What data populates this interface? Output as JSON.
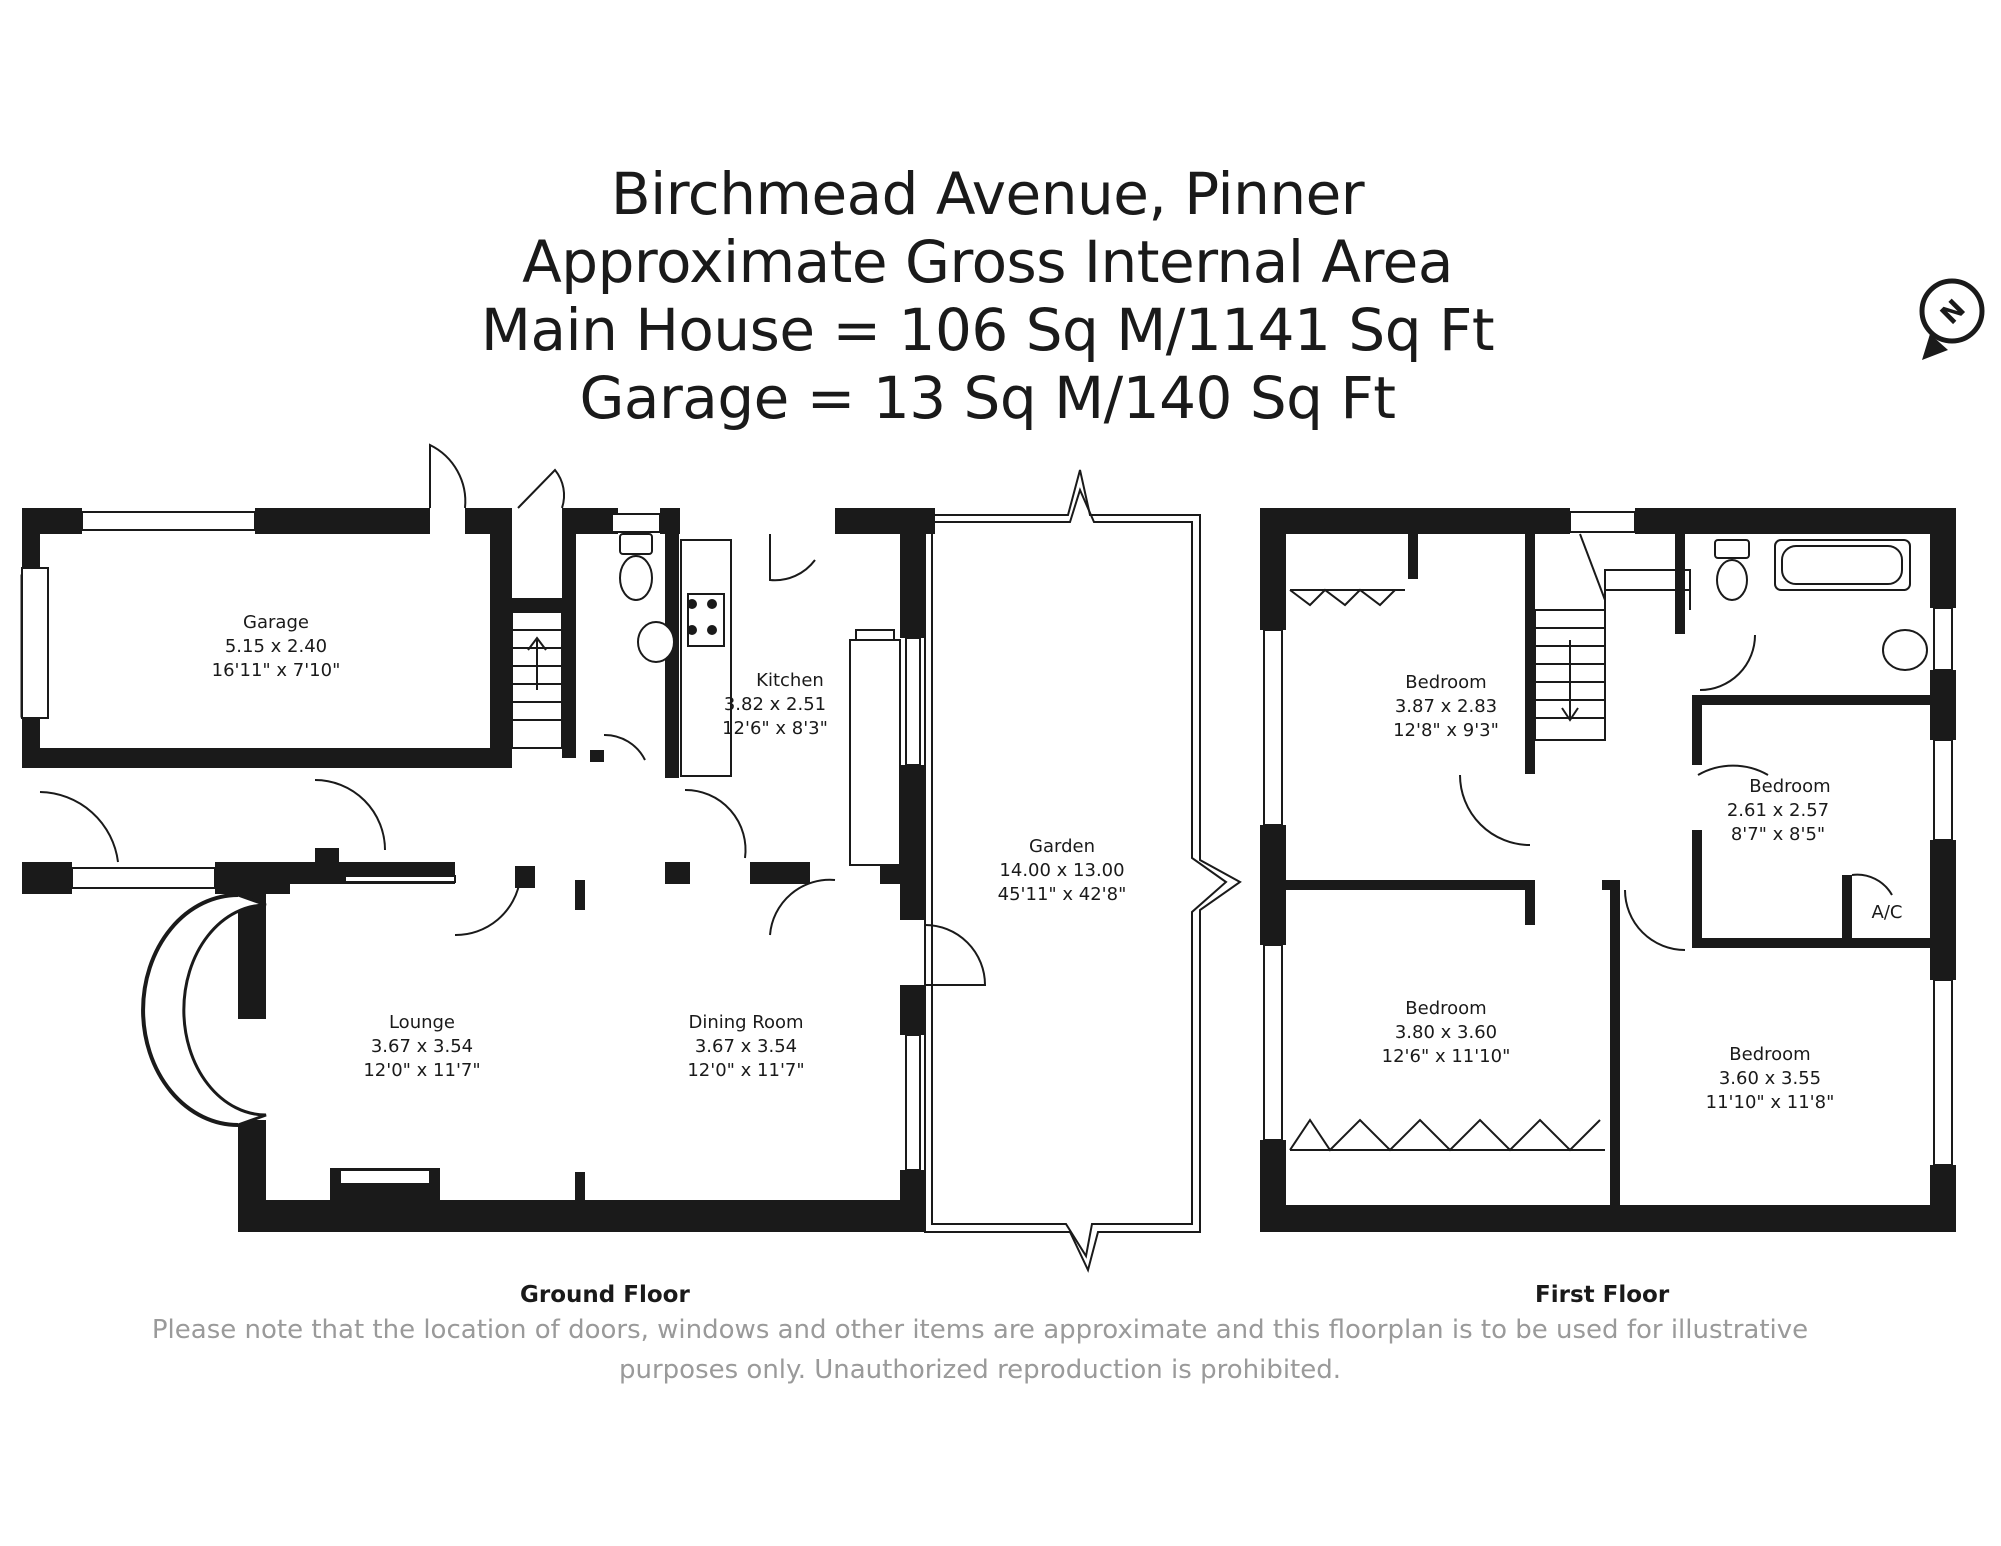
{
  "header": {
    "line1": "Birchmead Avenue, Pinner",
    "line2": "Approximate Gross Internal Area",
    "line3": "Main House = 106 Sq M/1141 Sq Ft",
    "line4": "Garage = 13 Sq M/140 Sq Ft"
  },
  "compass": {
    "letter": "N"
  },
  "floors": {
    "ground": "Ground Floor",
    "first": "First Floor"
  },
  "rooms": {
    "garage": {
      "name": "Garage",
      "metric": "5.15 x 2.40",
      "imperial": "16'11\" x 7'10\""
    },
    "kitchen": {
      "name": "Kitchen",
      "metric": "3.82 x 2.51",
      "imperial": "12'6\" x 8'3\""
    },
    "garden": {
      "name": "Garden",
      "metric": "14.00 x 13.00",
      "imperial": "45'11\" x 42'8\""
    },
    "lounge": {
      "name": "Lounge",
      "metric": "3.67 x 3.54",
      "imperial": "12'0\" x 11'7\""
    },
    "dining": {
      "name": "Dining Room",
      "metric": "3.67 x 3.54",
      "imperial": "12'0\" x 11'7\""
    },
    "bed1": {
      "name": "Bedroom",
      "metric": "3.87 x 2.83",
      "imperial": "12'8\" x 9'3\""
    },
    "bed2": {
      "name": "Bedroom",
      "metric": "2.61 x 2.57",
      "imperial": "8'7\" x 8'5\""
    },
    "bed3": {
      "name": "Bedroom",
      "metric": "3.80 x 3.60",
      "imperial": "12'6\" x 11'10\""
    },
    "bed4": {
      "name": "Bedroom",
      "metric": "3.60 x 3.55",
      "imperial": "11'10\" x 11'8\""
    },
    "ac": {
      "name": "A/C"
    }
  },
  "disclaimer": {
    "line1": "Please note that the location of doors, windows and other items are approximate and this floorplan is to be used for illustrative",
    "line2": "purposes only. Unauthorized reproduction is prohibited."
  }
}
